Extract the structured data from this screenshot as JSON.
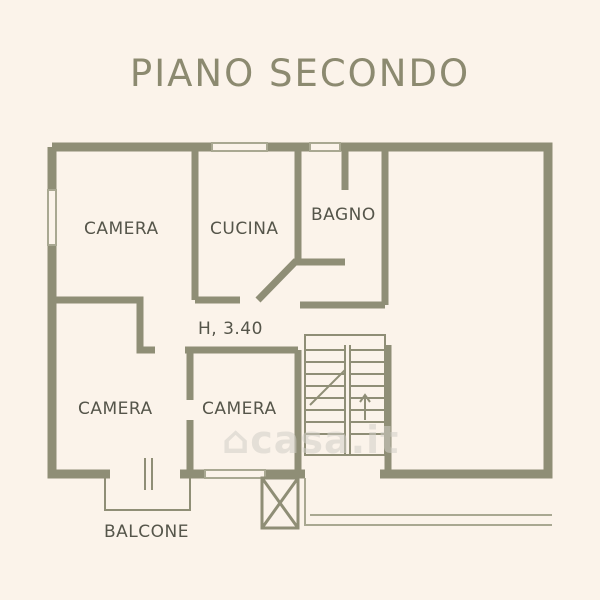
{
  "title": "PIANO SECONDO",
  "colors": {
    "background": "#fbf3ea",
    "wall": "#8f8e76",
    "title": "#8c8a70",
    "label": "#55554a"
  },
  "rooms": [
    {
      "id": "camera-1",
      "label": "CAMERA"
    },
    {
      "id": "cucina",
      "label": "CUCINA"
    },
    {
      "id": "bagno",
      "label": "BAGNO"
    },
    {
      "id": "camera-2",
      "label": "CAMERA"
    },
    {
      "id": "camera-3",
      "label": "CAMERA"
    },
    {
      "id": "balcone",
      "label": "BALCONE"
    }
  ],
  "height_note": "H, 3.40",
  "watermark": {
    "text": "casa.it",
    "icon": "house-icon"
  }
}
